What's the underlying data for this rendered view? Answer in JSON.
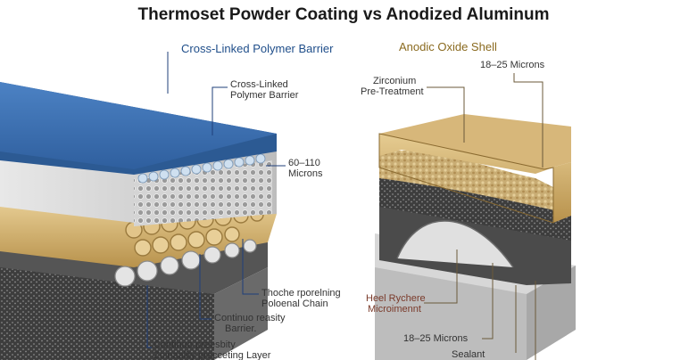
{
  "title": "Thermoset Powder Coating vs Anodized Aluminum",
  "left": {
    "heading": "Cross-Linked Polymer Barrier",
    "labels": {
      "polymer_l1": "Cross-Linked",
      "polymer_l2": "Polymer Barrier",
      "microns_l1": "60–110",
      "microns_l2": "Microns",
      "chain_l1": "Thoche rporelning",
      "chain_l2": "Poloenal Chain",
      "cont_l1": "Continuo reasity",
      "cont_l2": "Barrier.",
      "zone_l1": "Continuo preesbity",
      "zone_l2": "Zoinaality precceting Layer"
    },
    "colors": {
      "top": "#3f72b0",
      "foam": "#cfcfcf",
      "tube": "#d9b36a",
      "base": "#5a5a5a"
    }
  },
  "right": {
    "heading": "Anodic Oxide Shell",
    "labels": {
      "microns_top": "18–25 Microns",
      "zirc_l1": "Zirconium",
      "zirc_l2": "Pre-Treatment",
      "heel_l1": "Heel Rychere",
      "heel_l2": "Microimennt",
      "microns_bottom": "18–25 Microns",
      "sealant": "Sealant"
    },
    "colors": {
      "shell": "#c9a86a",
      "granule": "#d8c08a",
      "dark": "#4a4a4a",
      "substrate": "#bdbdbd"
    }
  }
}
